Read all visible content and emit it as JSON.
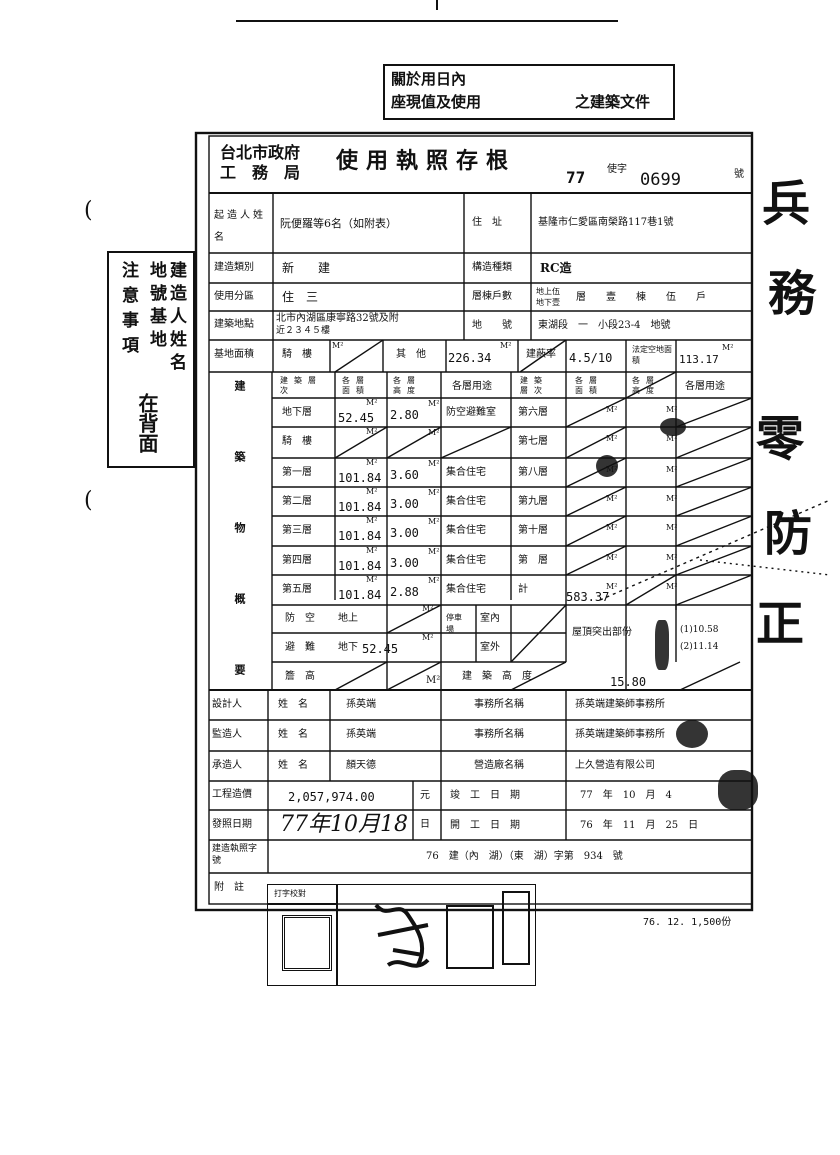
{
  "header_stamp": {
    "line1": "關於用日內",
    "line2": "座現值及使用",
    "line2_end": "之建築文件"
  },
  "left_stamp": {
    "col1": "建造人姓名",
    "col2": "地號基地",
    "col3": "注意事項",
    "col4": "事",
    "back": "在背面"
  },
  "title": {
    "agency1": "台北市政府",
    "agency2": "工　務　局",
    "main": "使用執照存根",
    "year": "77",
    "prefix": "使字",
    "number": "0699",
    "suffix": "號"
  },
  "rows": {
    "builder_label": "起造人姓名",
    "builder_value": "阮便羅等6名（如附表）",
    "address_label": "住　址",
    "address_value": "基隆市仁愛區南榮路117巷1號",
    "build_type_label": "建造類別",
    "build_type_value": "新　　建",
    "structure_label": "構造種類",
    "structure_value": "RC造",
    "use_zone_label": "使用分區",
    "use_zone_value": "住　三",
    "floors_label": "層棟戶數",
    "floors_above": "地上伍",
    "floors_below": "地下壹",
    "floors_value": "層　　壹　　棟　　伍　　戶",
    "site_label": "建築地點",
    "site_value1": "北市內湖區康寧路32號及附",
    "site_value2": "近２３４５樓",
    "lot_label": "地　　號",
    "lot_value": "東湖段　一　小段23-4　地號",
    "area_label": "基地面積",
    "area_arcade_label": "騎　樓",
    "area_other_label": "其　他",
    "area_other_value": "226.34",
    "coverage_label": "建蔽率",
    "coverage_value": "4.5/10",
    "legal_area_label": "法定空地面積",
    "legal_area_value": "113.17",
    "unit_m2": "M²"
  },
  "floors": {
    "side_label": "建築物概要",
    "col_headers": [
      "建築層次",
      "各層面積",
      "各層高度",
      "各層用途",
      "建築層次",
      "各層面積",
      "各層高度",
      "各層用途"
    ],
    "left_rows": [
      {
        "level": "地下層",
        "area": "52.45",
        "height": "2.80",
        "use": "防空避難室"
      },
      {
        "level": "騎　樓",
        "area": "",
        "height": "",
        "use": ""
      },
      {
        "level": "第一層",
        "area": "101.84",
        "height": "3.60",
        "use": "集合住宅"
      },
      {
        "level": "第二層",
        "area": "101.84",
        "height": "3.00",
        "use": "集合住宅"
      },
      {
        "level": "第三層",
        "area": "101.84",
        "height": "3.00",
        "use": "集合住宅"
      },
      {
        "level": "第四層",
        "area": "101.84",
        "height": "3.00",
        "use": "集合住宅"
      },
      {
        "level": "第五層",
        "area": "101.84",
        "height": "2.88",
        "use": "集合住宅"
      }
    ],
    "right_rows": [
      "第六層",
      "第七層",
      "第八層",
      "第九層",
      "第十層",
      "第　層",
      "計"
    ],
    "total_value": "583.37",
    "defense_label": "防空",
    "defense_above": "地上",
    "defense_below": "地下",
    "defense_below_value": "52.45",
    "shelter_label": "避難",
    "parking_label": "停車場",
    "parking_in": "室內",
    "parking_out": "室外",
    "roof_label": "屋頂突出部份",
    "roof_1": "(1)10.58",
    "roof_2": "(2)11.14",
    "eaves_label": "簷　高",
    "height_label": "建　築　高　度",
    "height_value": "15.80"
  },
  "people": {
    "designer_label": "設計人",
    "designer_name_label": "姓　名",
    "designer_name": "孫英端",
    "designer_office_label": "事務所名稱",
    "designer_office": "孫英端建築師事務所",
    "supervisor_label": "監造人",
    "supervisor_name_label": "姓　名",
    "supervisor_name": "孫英端",
    "supervisor_office_label": "事務所名稱",
    "supervisor_office": "孫英端建築師事務所",
    "contractor_label": "承造人",
    "contractor_name_label": "姓　名",
    "contractor_name": "顏天德",
    "contractor_company_label": "營造廠名稱",
    "contractor_company": "上久營造有限公司"
  },
  "costs": {
    "cost_label": "工程造價",
    "cost_value": "2,057,974.00",
    "cost_unit": "元",
    "complete_label": "竣　工　日　期",
    "complete_value": "77　年　10　月　4",
    "issue_label": "發照日期",
    "issue_value": "77年10月18",
    "issue_day": "日",
    "start_label": "開　工　日　期",
    "start_value": "76　年　11　月　25　日",
    "permit_label": "建造執照字號",
    "permit_value": "76　建（內　湖）（東　湖）字第　934　號",
    "note_label": "附　註",
    "typist_label": "打字校對",
    "footer": "76. 12. 1,500份"
  },
  "right_margin": [
    "兵",
    "務",
    "零",
    "防",
    "正"
  ]
}
